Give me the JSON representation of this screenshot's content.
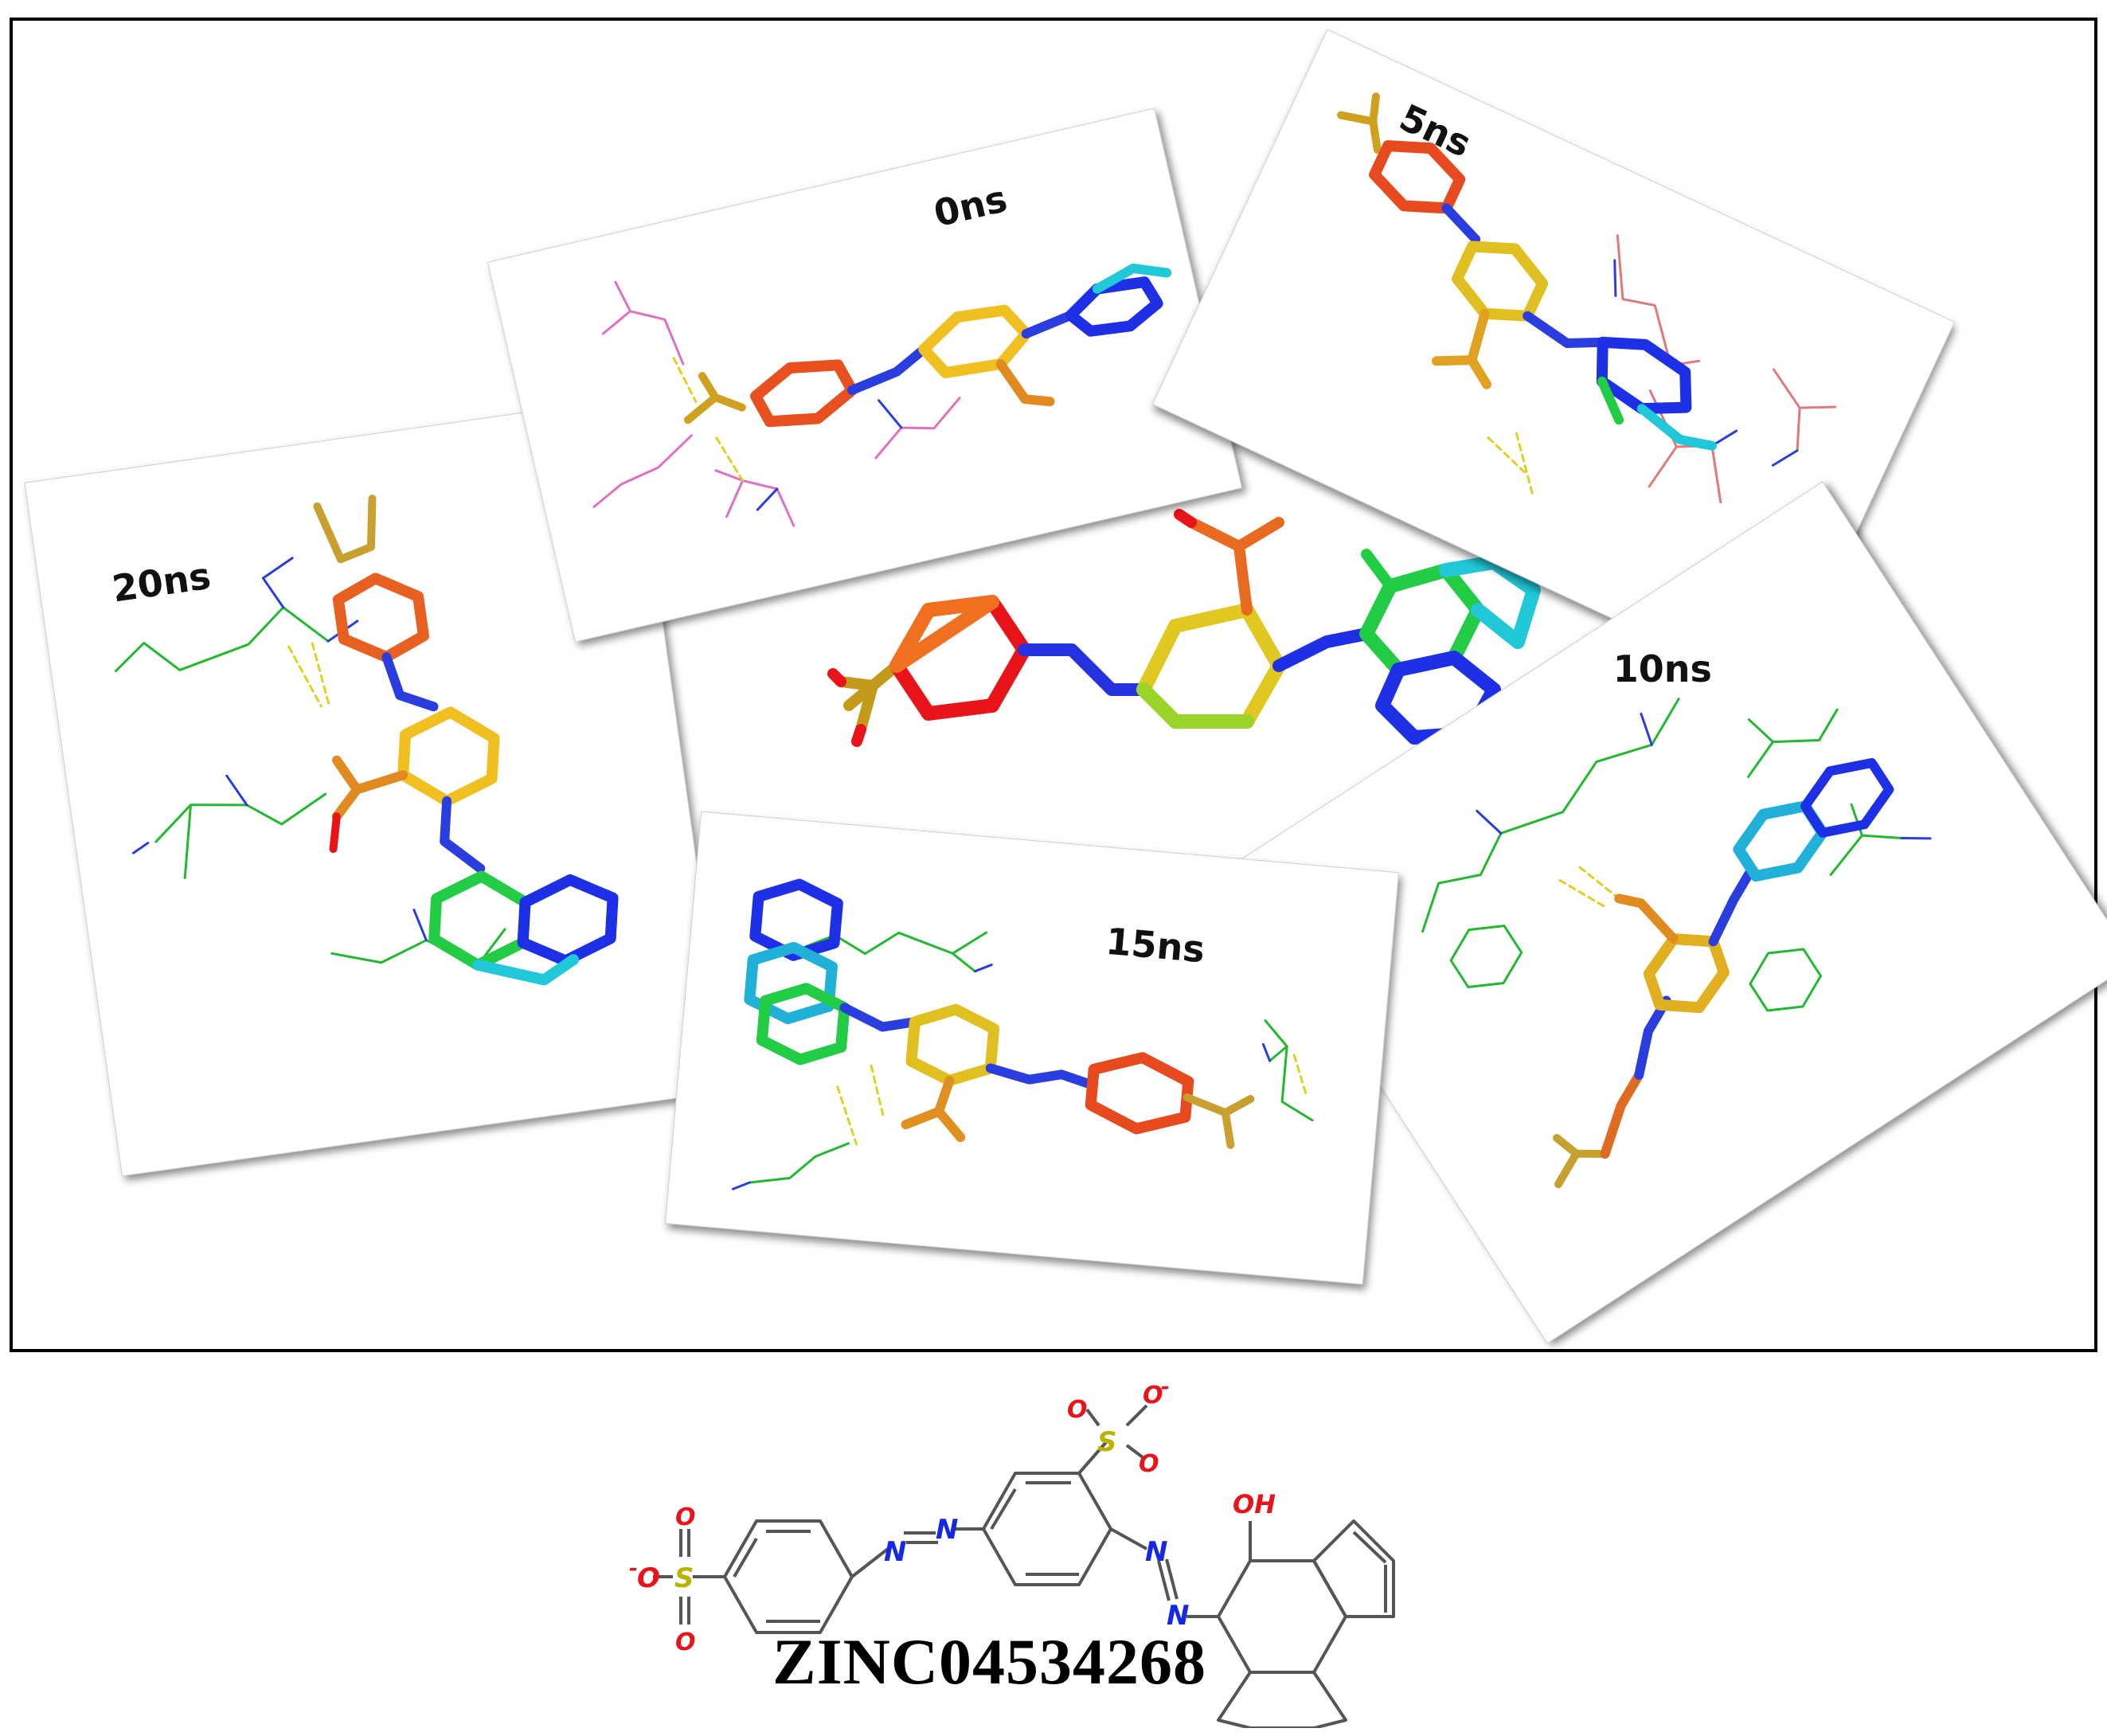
{
  "panels": {
    "p0": {
      "label": "0ns"
    },
    "p5": {
      "label": "5ns"
    },
    "p10": {
      "label": "10ns"
    },
    "p15": {
      "label": "15ns"
    },
    "p20": {
      "label": "20ns"
    }
  },
  "structure": {
    "compound_name": "ZINC04534268",
    "atoms": {
      "oxygen": "O",
      "oxygen_minus": "O",
      "minus": "-",
      "sulfur": "S",
      "nitrogen": "N",
      "hydroxyl": "OH"
    }
  },
  "colors": {
    "oxygen": "#e8141a",
    "sulfur": "#b8b400",
    "nitrogen": "#1428e6",
    "bond": "#555555"
  }
}
